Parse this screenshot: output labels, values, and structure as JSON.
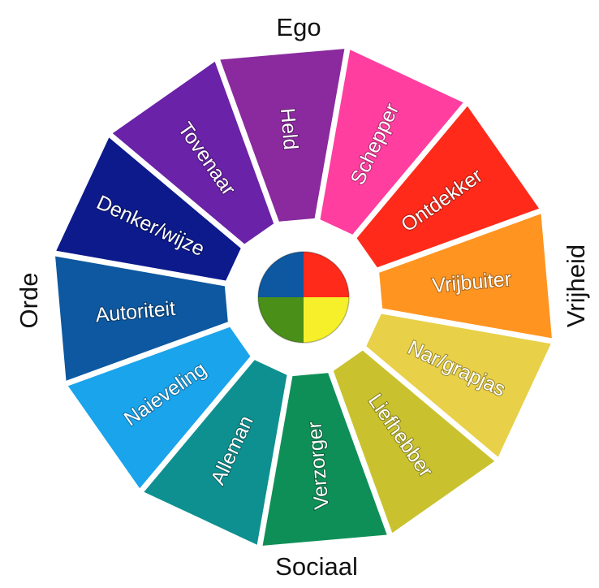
{
  "axes": {
    "top": "Ego",
    "right": "Vrijheid",
    "bottom": "Sociaal",
    "left": "Orde"
  },
  "segments": [
    {
      "label": "Held",
      "color": "#8a2a9e"
    },
    {
      "label": "Schepper",
      "color": "#ff3ea0"
    },
    {
      "label": "Ontdekker",
      "color": "#ff2a1a"
    },
    {
      "label": "Vrijbuiter",
      "color": "#ff9520"
    },
    {
      "label": "Nar/grapjas",
      "color": "#e8d048"
    },
    {
      "label": "Liefhebber",
      "color": "#c9c22e"
    },
    {
      "label": "Verzorger",
      "color": "#0f8f58"
    },
    {
      "label": "Alleman",
      "color": "#0e9090"
    },
    {
      "label": "Naieveling",
      "color": "#1aa4ec"
    },
    {
      "label": "Autoriteit",
      "color": "#0d58a0"
    },
    {
      "label": "Denker/wijze",
      "color": "#0c1a8c"
    },
    {
      "label": "Tovenaar",
      "color": "#6a22a8"
    }
  ],
  "center_quadrants": [
    {
      "name": "top-left",
      "color": "#0d58a0"
    },
    {
      "name": "top-right",
      "color": "#ff2a1a"
    },
    {
      "name": "bottom-right",
      "color": "#f5f02a"
    },
    {
      "name": "bottom-left",
      "color": "#4a8f18"
    }
  ]
}
